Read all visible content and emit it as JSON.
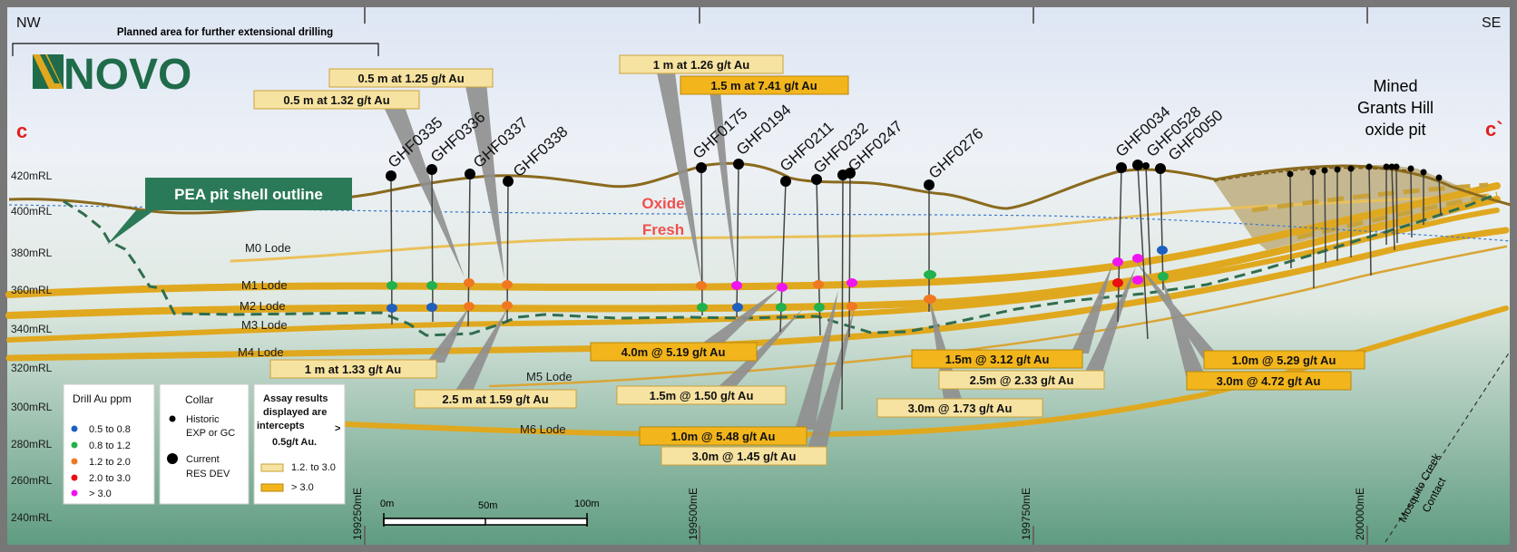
{
  "header": {
    "left_direction": "NW",
    "right_direction": "SE",
    "planned_area": "Planned area for further extensional drilling",
    "section_left": "c",
    "section_right": "c`",
    "brand": "NOVO"
  },
  "pit_callout": "PEA pit shell outline",
  "weathering": {
    "oxide": "Oxide",
    "fresh": "Fresh"
  },
  "mined_pit": [
    "Mined",
    "Grants Hill",
    "oxide pit"
  ],
  "rl_labels": [
    "420mRL",
    "400mRL",
    "380mRL",
    "360mRL",
    "340mRL",
    "320mRL",
    "300mRL",
    "280mRL",
    "260mRL",
    "240mRL"
  ],
  "lodes": [
    "M0 Lode",
    "M1 Lode",
    "M2 Lode",
    "M3 Lode",
    "M4 Lode",
    "M5 Lode",
    "M6 Lode"
  ],
  "drillholes": [
    "GHF0335",
    "GHF0336",
    "GHF0337",
    "GHF0338",
    "GHF0175",
    "GHF0194",
    "GHF0211",
    "GHF0232",
    "GHF0247",
    "GHF0276",
    "GHF0034",
    "GHF0528",
    "GHF0050"
  ],
  "intercepts": [
    "0.5 m at 1.25 g/t Au",
    "0.5 m at 1.32 g/t Au",
    "1 m at 1.26 g/t Au",
    "1.5 m at 7.41 g/t Au",
    "1 m at 1.33 g/t Au",
    "2.5 m at 1.59 g/t Au",
    "4.0m @ 5.19 g/t Au",
    "1.5m @ 1.50 g/t Au",
    "1.0m @ 5.48 g/t Au",
    "3.0m @ 1.45 g/t Au",
    "1.5m @ 3.12 g/t Au",
    "2.5m @ 2.33 g/t Au",
    "3.0m @ 1.73 g/t Au",
    "1.0m @ 5.29 g/t Au",
    "3.0m @ 4.72 g/t Au"
  ],
  "eastings": [
    "199250mE",
    "199500mE",
    "199750mE",
    "200000mE"
  ],
  "contact_label": [
    "Mosquito Creek",
    "Contact"
  ],
  "scale_labels": [
    "0m",
    "50m",
    "100m"
  ],
  "legend": {
    "drill": {
      "title": "Drill Au ppm",
      "items": [
        "0.5 to 0.8",
        "0.8 to 1.2",
        "1.2 to 2.0",
        "2.0 to 3.0",
        "> 3.0"
      ],
      "colors": [
        "#1f5fbf",
        "#22b14c",
        "#f07820",
        "#e81010",
        "#f014f0"
      ]
    },
    "collar": {
      "title": "Collar",
      "historic": [
        "Historic",
        "EXP or GC"
      ],
      "current": [
        "Current",
        "RES DEV"
      ]
    },
    "assay": {
      "lines": [
        "Assay results",
        "displayed are",
        "intercepts",
        ">",
        "0.5g/t Au."
      ],
      "low": "1.2. to 3.0",
      "high": "> 3.0"
    }
  },
  "colors": {
    "lode": "#e0a81e",
    "surface": "#8a6a1e",
    "pit_shell": "#2f6e4e",
    "callout": "#2b7a57",
    "box_low": "#f7e3a1",
    "box_high": "#f2b51c",
    "section_marker": "#e02020"
  }
}
